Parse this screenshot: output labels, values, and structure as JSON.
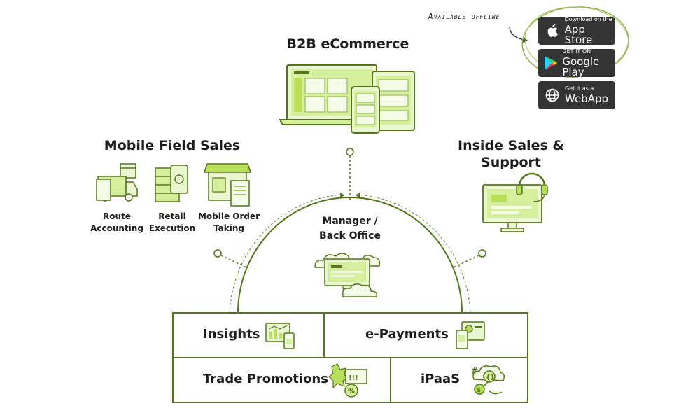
{
  "offline_label": "Available offline",
  "store_buttons": [
    {
      "top": "Download on the",
      "main": "App Store",
      "icon": "apple-icon"
    },
    {
      "top": "GET IT ON",
      "main": "Google Play",
      "icon": "google-play-icon"
    },
    {
      "top": "Get it as a",
      "main": "WebApp",
      "icon": "globe-icon"
    }
  ],
  "sections": {
    "b2b": "B2B eCommerce",
    "field_sales": "Mobile Field Sales",
    "inside_sales_line1": "Inside Sales &",
    "inside_sales_line2": "Support",
    "manager_line1": "Manager /",
    "manager_line2": "Back Office"
  },
  "field_items": [
    {
      "line1": "Route",
      "line2": "Accounting"
    },
    {
      "line1": "Retail",
      "line2": "Execution"
    },
    {
      "line1": "Mobile Order",
      "line2": "Taking"
    }
  ],
  "modules": {
    "insights": "Insights",
    "epayments": "e-Payments",
    "trade_promotions": "Trade Promotions",
    "ipaas": "iPaaS"
  },
  "colors": {
    "accent_green": "#55751c",
    "light_green": "#d6ef9c",
    "lime": "#b8e05a",
    "button_dark": "#343434"
  }
}
